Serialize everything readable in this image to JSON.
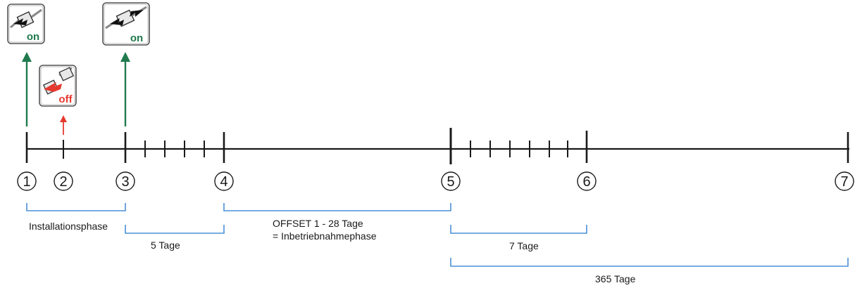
{
  "milestones": [
    "1",
    "2",
    "3",
    "4",
    "5",
    "6",
    "7"
  ],
  "icons": {
    "on_1": {
      "label": "on",
      "color": "#1f7a4d"
    },
    "off_2": {
      "label": "off",
      "color": "#e53a2f"
    },
    "on_3": {
      "label": "on",
      "color": "#1f7a4d"
    }
  },
  "phases": {
    "installation": "Installationsphase",
    "five_days": "5 Tage",
    "offset_line1": "OFFSET 1 - 28 Tage",
    "offset_line2": "= Inbetriebnahmephase",
    "seven_days": "7 Tage",
    "year": "365 Tage"
  },
  "colors": {
    "timeline": "#1a1a1a",
    "bracket": "#4a90d9",
    "arrow_on": "#1f7a4d",
    "arrow_off": "#e53a2f"
  }
}
